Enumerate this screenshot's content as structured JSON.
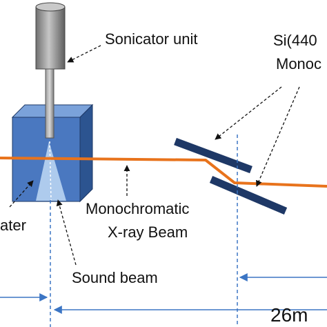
{
  "labels": {
    "sonicator": "Sonicator unit",
    "crystal_line1": "Si(440",
    "crystal_line2": "Monoc",
    "water": "ater",
    "beam_line1": "Monochromatic",
    "beam_line2": "X-ray Beam",
    "sound_beam": "Sound beam",
    "distance": "26m"
  },
  "colors": {
    "xray_beam": "#e8731c",
    "tank_front": "#4a78c0",
    "tank_side": "#2c5490",
    "tank_top": "#7ba2da",
    "crystal": "#1e3866",
    "sonicator_body": "#8a8a8a",
    "sound_cone": "#b9d4f2",
    "dimension_line": "#3b75c4"
  }
}
